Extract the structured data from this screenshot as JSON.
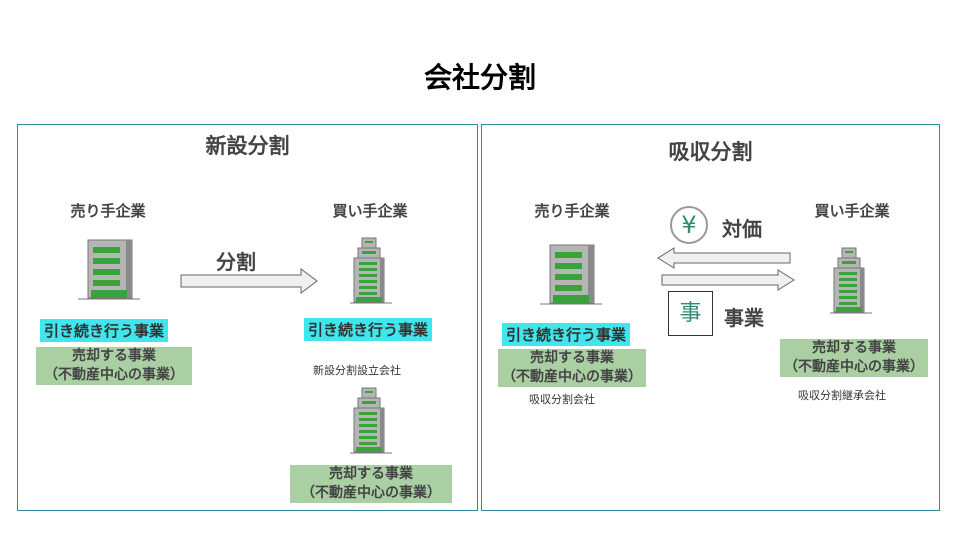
{
  "title": "会社分割",
  "left": {
    "heading": "新設分割",
    "seller": "売り手企業",
    "buyer": "買い手企業",
    "arrow_label": "分割",
    "continue_business": "引き続き行う事業",
    "sold_business_line1": "売却する事業",
    "sold_business_line2": "（不動産中心の事業）",
    "buyer_continue_business": "引き続き行う事業",
    "new_company": "新設分割設立会社",
    "new_sold_line1": "売却する事業",
    "new_sold_line2": "（不動産中心の事業）"
  },
  "right": {
    "heading": "吸収分割",
    "seller": "売り手企業",
    "buyer": "買い手企業",
    "yen_symbol": "¥",
    "consideration": "対価",
    "business_symbol": "事",
    "business": "事業",
    "continue_business": "引き続き行う事業",
    "sold_business_line1": "売却する事業",
    "sold_business_line2": "（不動産中心の事業）",
    "split_company": "吸収分割会社",
    "buyer_sold_line1": "売却する事業",
    "buyer_sold_line2": "（不動産中心の事業）",
    "successor_company": "吸収分割継承会社"
  },
  "colors": {
    "panel_border": "#2e8b9a",
    "highlight_cyan": "#40e6ee",
    "highlight_green": "#a9cfa3",
    "building_green": "#3aa23a"
  }
}
